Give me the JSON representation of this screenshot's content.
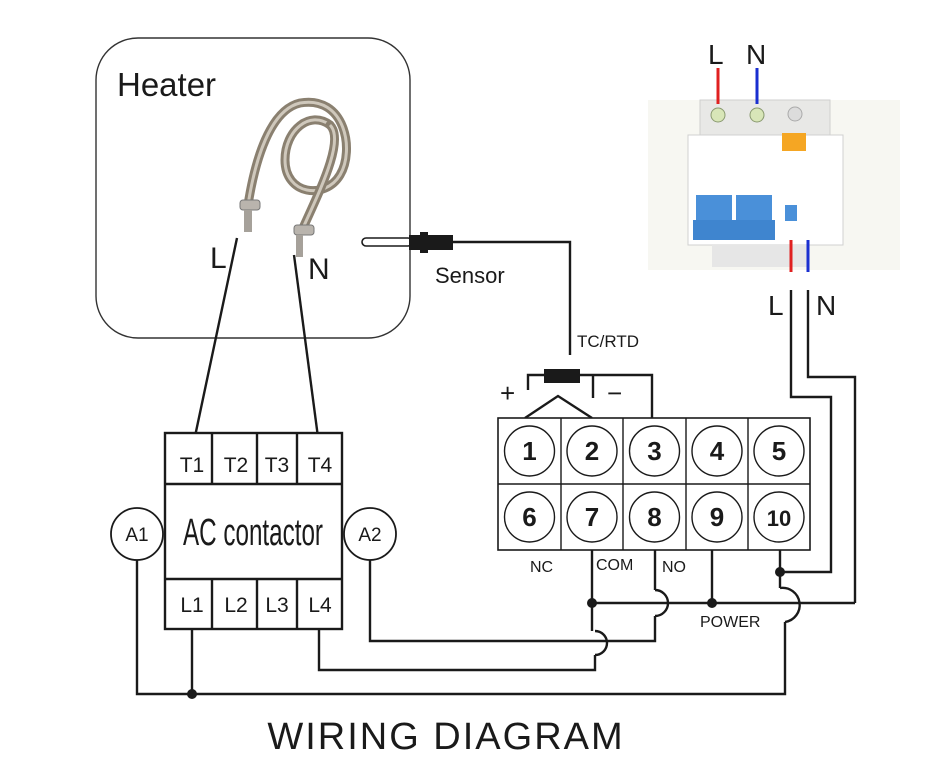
{
  "title": "WIRING DIAGRAM",
  "heater": {
    "label": "Heater",
    "terminal_l": "L",
    "terminal_n": "N"
  },
  "sensor": {
    "label": "Sensor",
    "type_label": "TC/RTD",
    "plus": "+",
    "minus": "−"
  },
  "breaker": {
    "top_l": "L",
    "top_n": "N",
    "bottom_l": "L",
    "bottom_n": "N",
    "colors": {
      "line": "#e02020",
      "neutral": "#1a2fd0",
      "toggle": "#4a90d9",
      "test": "#f5a623"
    }
  },
  "contactor": {
    "label": "AC contactor",
    "top_terminals": [
      "T1",
      "T2",
      "T3",
      "T4"
    ],
    "bottom_terminals": [
      "L1",
      "L2",
      "L3",
      "L4"
    ],
    "coil_a1": "A1",
    "coil_a2": "A2"
  },
  "controller": {
    "top_row": [
      "1",
      "2",
      "3",
      "4",
      "5"
    ],
    "bottom_row": [
      "6",
      "7",
      "8",
      "9",
      "10"
    ],
    "labels": {
      "nc": "NC",
      "com": "COM",
      "no": "NO",
      "power": "POWER"
    }
  }
}
